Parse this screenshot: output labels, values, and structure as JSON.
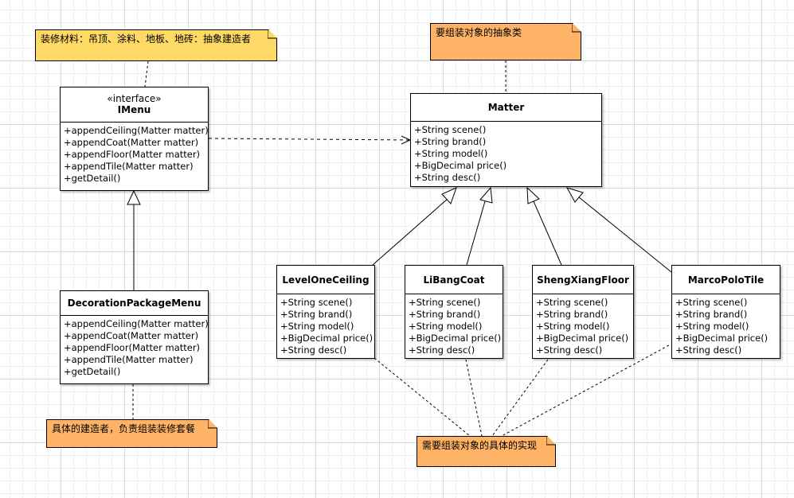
{
  "notes": {
    "materials": "装修材料：吊顶、涂料、地板、地砖：抽象建造者",
    "abstract": "要组装对象的抽象类",
    "builder": "具体的建造者，负责组装装修套餐",
    "impl": "需要组装对象的具体的实现"
  },
  "imenu": {
    "stereotype": "«interface»",
    "name": "IMenu",
    "methods": [
      "+appendCeiling(Matter matter)",
      "+appendCoat(Matter matter)",
      "+appendFloor(Matter matter)",
      "+appendTile(Matter matter)",
      "+getDetail()"
    ]
  },
  "decoration": {
    "name": "DecorationPackageMenu",
    "methods": [
      "+appendCeiling(Matter matter)",
      "+appendCoat(Matter matter)",
      "+appendFloor(Matter matter)",
      "+appendTile(Matter matter)",
      "+getDetail()"
    ]
  },
  "matter": {
    "name": "Matter",
    "methods": [
      "+String scene()",
      "+String brand()",
      "+String model()",
      "+BigDecimal price()",
      "+String desc()"
    ]
  },
  "ceiling": {
    "name": "LevelOneCeiling",
    "methods": [
      "+String scene()",
      "+String brand()",
      "+String model()",
      "+BigDecimal price()",
      "+String desc()"
    ]
  },
  "coat": {
    "name": "LiBangCoat",
    "methods": [
      "+String scene()",
      "+String brand()",
      "+String model()",
      "+BigDecimal price()",
      "+String desc()"
    ]
  },
  "floor": {
    "name": "ShengXiangFloor",
    "methods": [
      "+String scene()",
      "+String brand()",
      "+String model()",
      "+BigDecimal price()",
      "+String desc()"
    ]
  },
  "tile": {
    "name": "MarcoPoloTile",
    "methods": [
      "+String scene()",
      "+String brand()",
      "+String model()",
      "+BigDecimal price()",
      "+String desc()"
    ]
  },
  "colors": {
    "note_yellow": "#ffd966",
    "note_orange": "#ffb366",
    "line": "#000000"
  }
}
